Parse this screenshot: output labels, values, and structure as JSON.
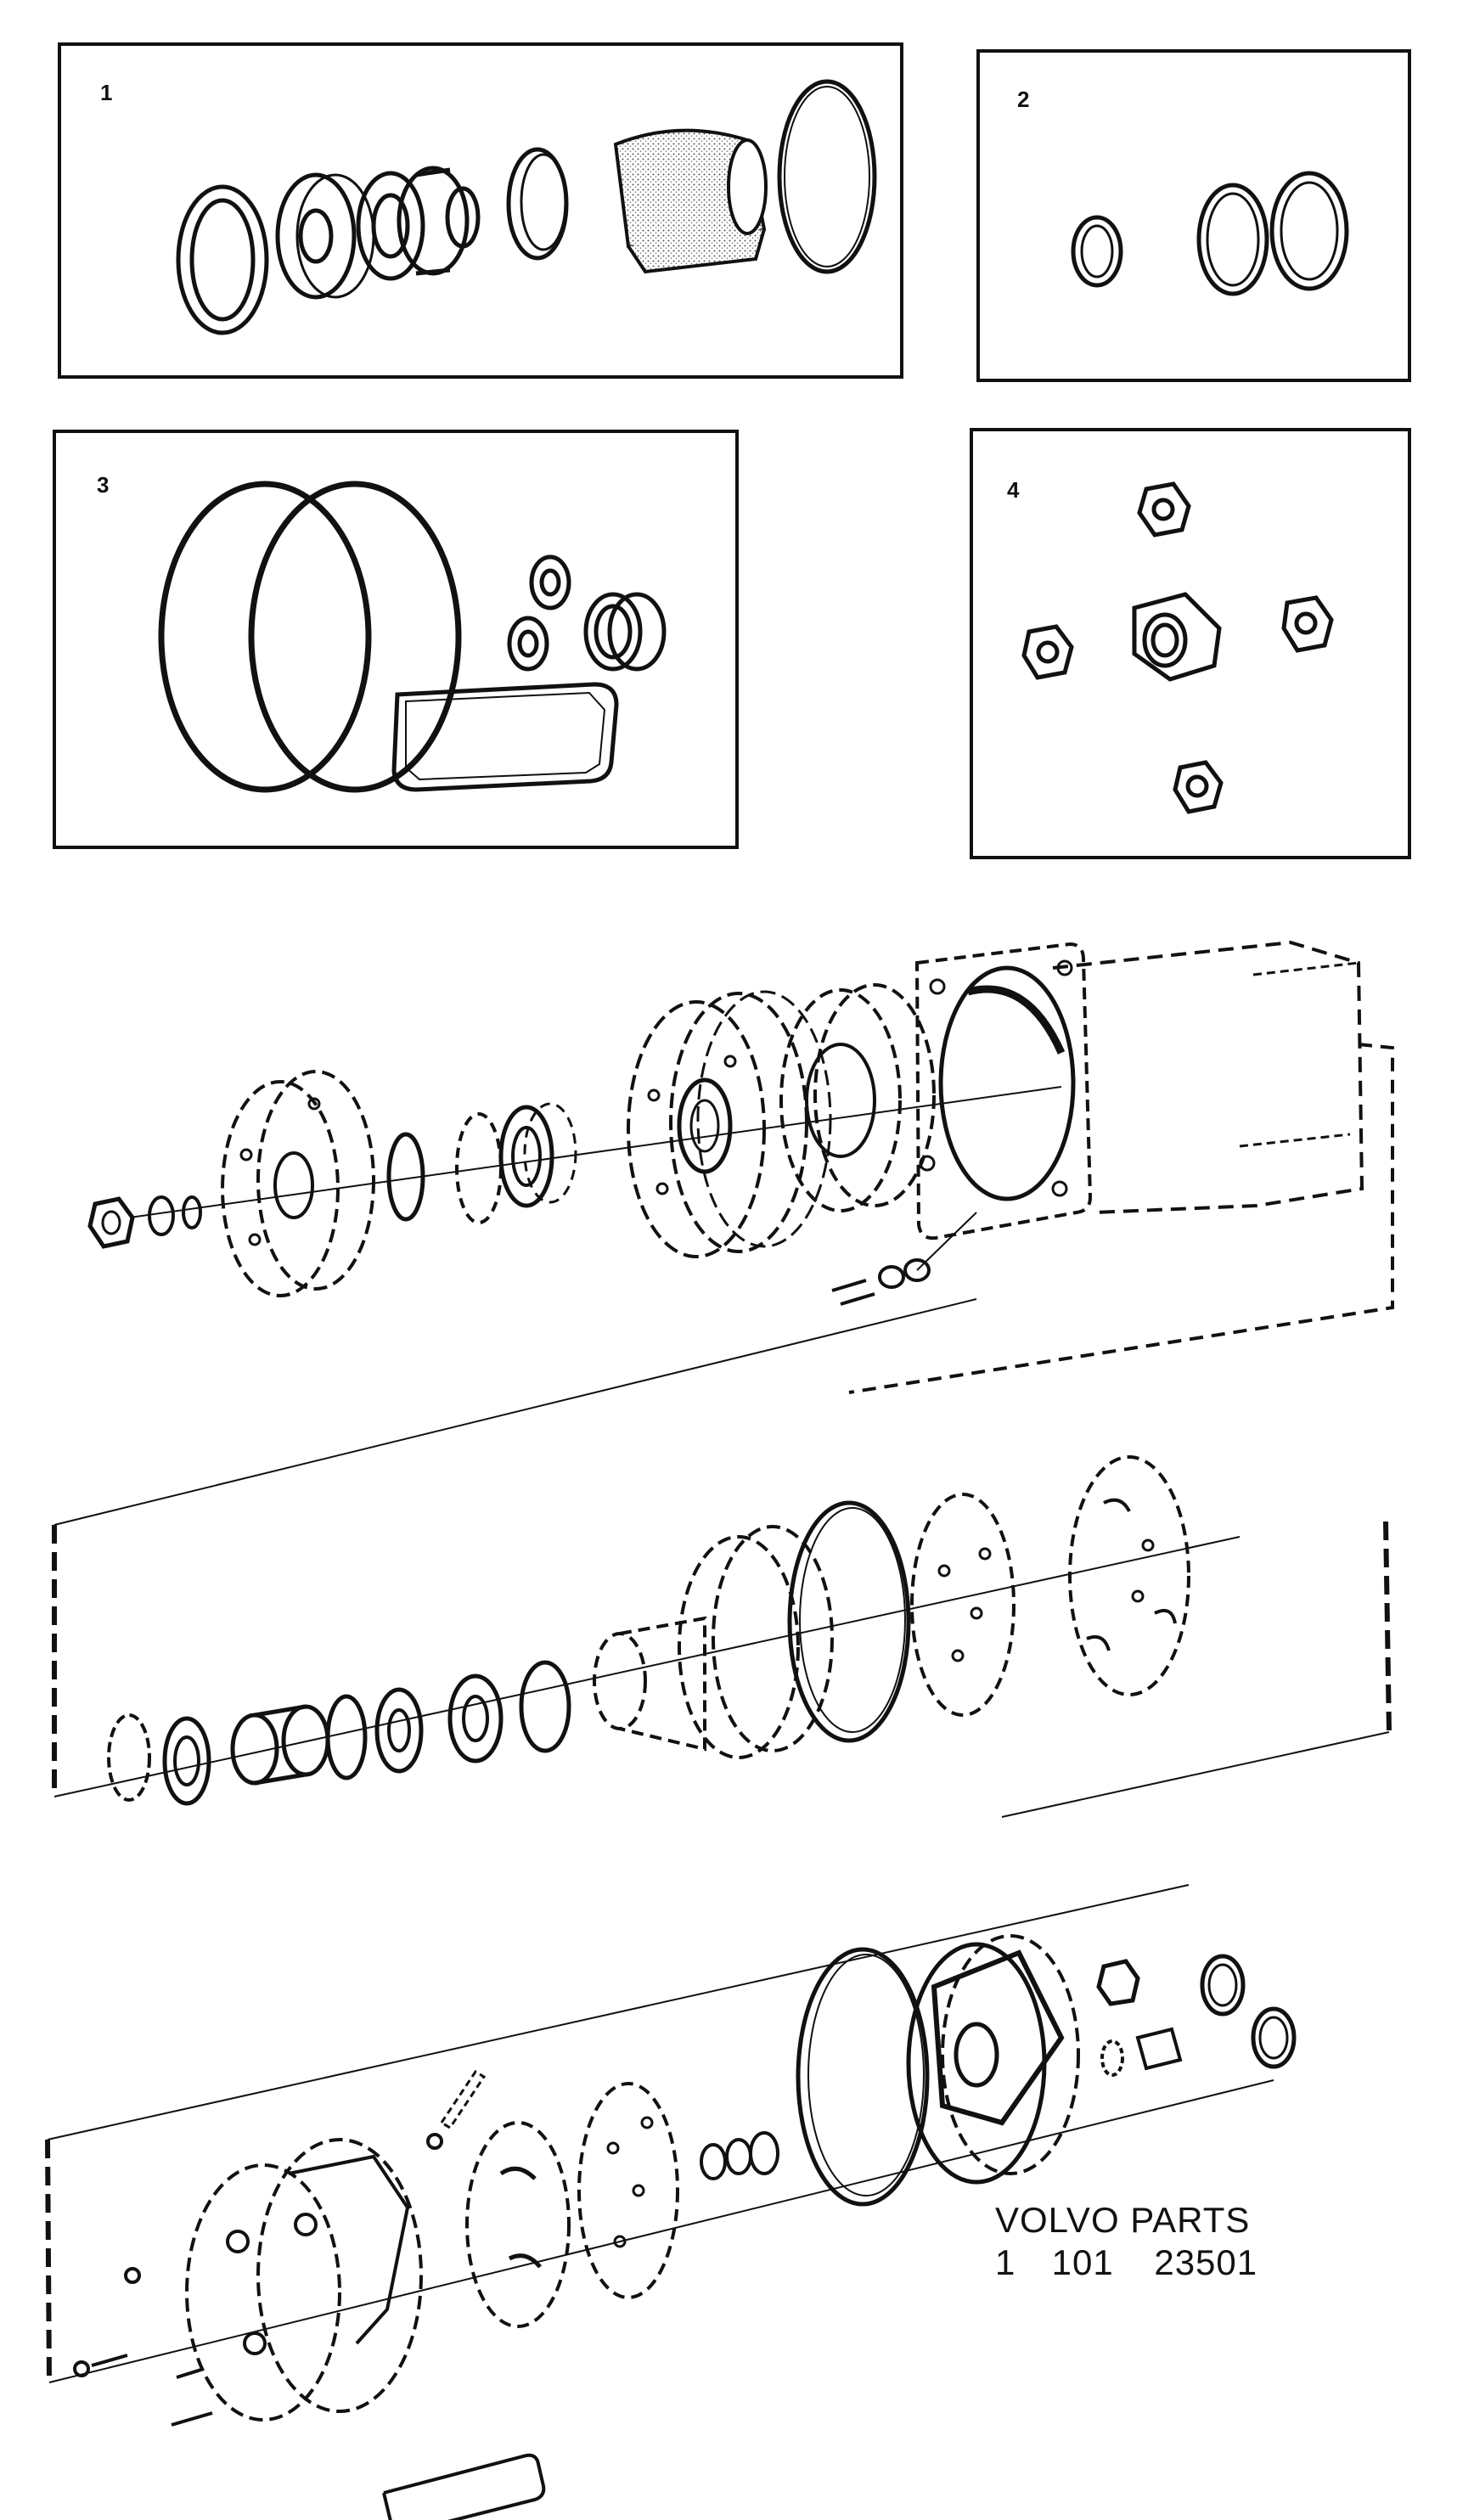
{
  "insets": [
    {
      "number": "1",
      "content": "seal-kit"
    },
    {
      "number": "2",
      "content": "circlips"
    },
    {
      "number": "3",
      "content": "o-rings-and-gaskets"
    },
    {
      "number": "4",
      "content": "nuts"
    }
  ],
  "caption": {
    "brand": "VOLVO PARTS",
    "part_number_lead": "1",
    "part_number_mid": "101",
    "part_number_tail": "23501"
  },
  "colors": {
    "ink": "#111111",
    "paper": "#ffffff",
    "stipple": "#9a9a9a"
  }
}
